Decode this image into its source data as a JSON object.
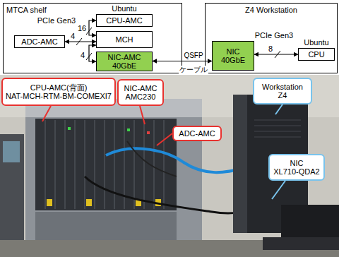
{
  "diagram": {
    "nodes": [
      {
        "text": [
          "MTCA shelf"
        ]
      },
      {
        "text": [
          "CPU-AMC"
        ],
        "in": 0
      },
      {
        "text": [
          "ADC-AMC"
        ],
        "in": 0
      },
      {
        "text": [
          "MCH"
        ],
        "in": 0
      },
      {
        "text": [
          "NIC-AMC",
          "40GbE"
        ],
        "in": 0
      },
      {
        "text": [
          "Z4 Workstation"
        ]
      },
      {
        "text": [
          "NIC",
          "40GbE"
        ],
        "in": 5
      },
      {
        "text": [
          "CPU"
        ],
        "in": 5
      },
      {
        "text": [
          "CPU-AMC(背面)",
          "NAT-MCH-RTM-BM-COMEXI7"
        ]
      },
      {
        "text": [
          "NIC-AMC",
          "AMC230"
        ]
      },
      {
        "text": [
          "Workstation",
          "Z4"
        ]
      },
      {
        "text": [
          "ADC-AMC"
        ]
      },
      {
        "text": [
          "NIC",
          "XL710-QDA2"
        ]
      }
    ],
    "edges": [
      {
        "from": 3,
        "to": 1,
        "arrow": "both",
        "label": "16"
      },
      {
        "from": 2,
        "to": 3,
        "arrow": "both",
        "label": "4"
      },
      {
        "from": 3,
        "to": 4,
        "arrow": "both",
        "label": "4"
      },
      {
        "from": 4,
        "to": 6,
        "arrow": "both",
        "label": "QSFP"
      },
      {
        "from": 6,
        "to": 7,
        "arrow": "both",
        "label": "8"
      }
    ],
    "labels": [
      "Ubuntu",
      "PCIe Gen3",
      "PCIe Gen3",
      "Ubuntu",
      "ケーブル"
    ]
  }
}
